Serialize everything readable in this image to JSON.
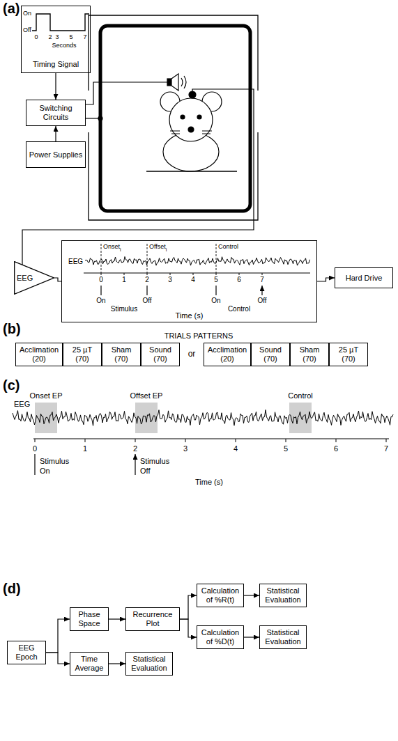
{
  "diagram": {
    "nodes": [
      {
        "text": [
          "Timing Signal"
        ]
      },
      {
        "text": [
          "Switching Circuits"
        ]
      },
      {
        "text": [
          "Power Supplies"
        ]
      },
      {
        "text": [
          "EEG"
        ]
      },
      {
        "text": [
          "Time (s)"
        ]
      },
      {
        "text": [
          "Hard Drive"
        ]
      },
      {
        "text": [
          "Acclimation (20)"
        ]
      },
      {
        "text": [
          "25 µT (70)"
        ]
      },
      {
        "text": [
          "Sham (70)"
        ]
      },
      {
        "text": [
          "Sound (70)"
        ]
      },
      {
        "text": [
          "Acclimation (20)"
        ]
      },
      {
        "text": [
          "Sound (70)"
        ]
      },
      {
        "text": [
          "Sham (70)"
        ]
      },
      {
        "text": [
          "25 µT (70)"
        ]
      },
      {
        "text": [
          "EEG Epoch"
        ]
      },
      {
        "text": [
          "Phase Space"
        ]
      },
      {
        "text": [
          "Recurrence Plot"
        ]
      },
      {
        "text": [
          "Calculation of %R(t)"
        ]
      },
      {
        "text": [
          "Statistical Evaluation"
        ]
      },
      {
        "text": [
          "Calculation of %D(t)"
        ]
      },
      {
        "text": [
          "Statistical Evaluation"
        ]
      },
      {
        "text": [
          "Time Average"
        ]
      },
      {
        "text": [
          "Statistical Evaluation"
        ]
      }
    ],
    "edges": [
      {
        "from": 0,
        "to": 1,
        "arrow": "to"
      },
      {
        "from": 2,
        "to": 1,
        "arrow": "to"
      },
      {
        "from": 3,
        "to": 4,
        "arrow": "none"
      },
      {
        "from": 4,
        "to": 5,
        "arrow": "to"
      },
      {
        "from": 14,
        "to": 15,
        "arrow": "to"
      },
      {
        "from": 14,
        "to": 21,
        "arrow": "to"
      },
      {
        "from": 15,
        "to": 16,
        "arrow": "to"
      },
      {
        "from": 16,
        "to": 17,
        "arrow": "to"
      },
      {
        "from": 16,
        "to": 19,
        "arrow": "to"
      },
      {
        "from": 17,
        "to": 18,
        "arrow": "to"
      },
      {
        "from": 19,
        "to": 20,
        "arrow": "to"
      },
      {
        "from": 21,
        "to": 22,
        "arrow": "to"
      }
    ],
    "labels": [
      "(a)",
      "On",
      "Off",
      "0",
      "2",
      "3",
      "5",
      "7",
      "Seconds",
      "EEG",
      "Onset",
      "i",
      "Offset",
      "i",
      "Control",
      "0",
      "1",
      "2",
      "3",
      "4",
      "5",
      "6",
      "7",
      "On",
      "Off",
      "Stimulus",
      "On",
      "Off",
      "Control",
      "(b)",
      "TRIALS PATTERNS",
      "or",
      "(c)",
      "Onset EP",
      "Offset EP",
      "Control",
      "EEG",
      "0",
      "1",
      "2",
      "3",
      "4",
      "5",
      "6",
      "7",
      "Stimulus",
      "On",
      "Stimulus",
      "Off",
      "Time (s)",
      "(d)"
    ]
  }
}
